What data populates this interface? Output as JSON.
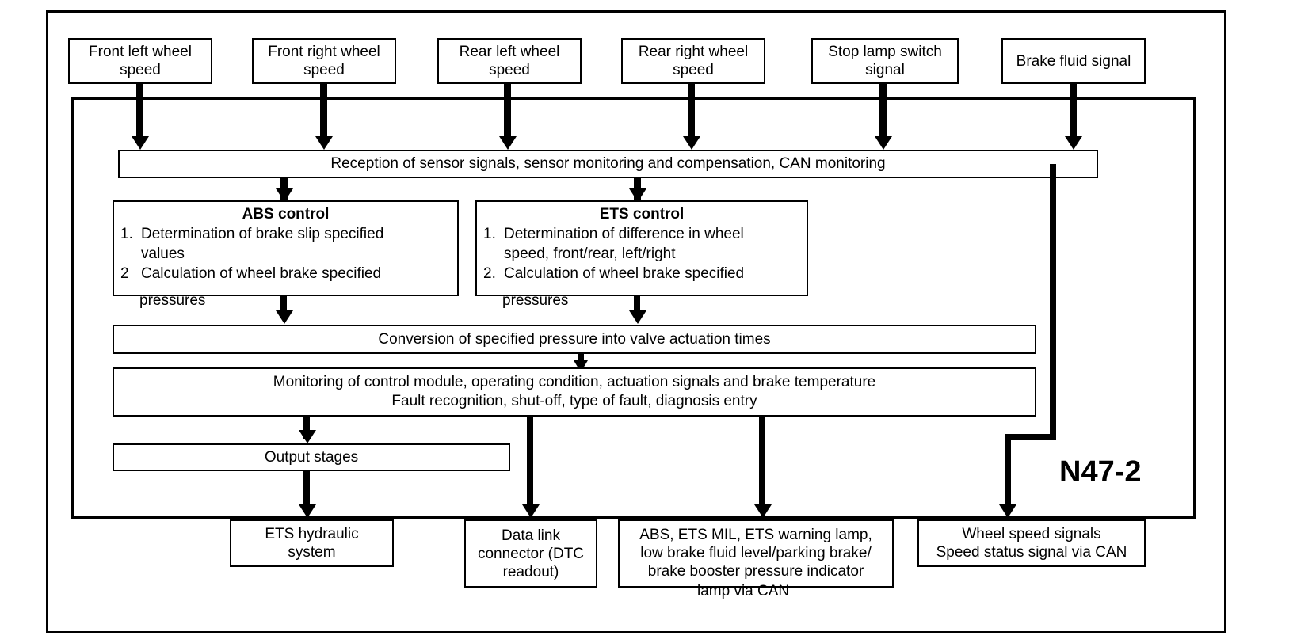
{
  "diagram": {
    "title": "ABS/ETS control module signal flow",
    "ecu_label": "N47-2",
    "line_color": "#000000",
    "background": "#ffffff"
  },
  "inputs": [
    {
      "line1": "Front left wheel",
      "line2": "speed"
    },
    {
      "line1": "Front right wheel",
      "line2": "speed"
    },
    {
      "line1": "Rear left wheel",
      "line2": "speed"
    },
    {
      "line1": "Rear right wheel",
      "line2": "speed"
    },
    {
      "line1": "Stop lamp switch",
      "line2": "signal"
    },
    {
      "line1": "Brake fluid signal",
      "line2": ""
    }
  ],
  "reception_bar": {
    "label": "Reception of sensor signals, sensor monitoring and compensation, CAN monitoring"
  },
  "control_blocks": [
    {
      "title": "ABS control",
      "items": [
        {
          "num": "1.",
          "text": "Determination of brake slip specified"
        },
        {
          "num": "2",
          "text": "Calculation of wheel brake specified"
        }
      ],
      "item1_wrap": "values",
      "overflow": "pressures"
    },
    {
      "title": "ETS control",
      "items": [
        {
          "num": "1.",
          "text": "Determination of difference in wheel"
        },
        {
          "num": "2.",
          "text": "Calculation of wheel brake specified"
        }
      ],
      "item1_wrap": "speed, front/rear, left/right",
      "overflow": "pressures"
    }
  ],
  "conversion_bar": {
    "label": "Conversion of specified pressure into valve actuation times"
  },
  "monitoring_bar": {
    "line1": "Monitoring of control module, operating condition, actuation signals and brake temperature",
    "line2": "Fault recognition, shut-off, type of fault, diagnosis entry"
  },
  "output_stages_bar": {
    "label": "Output stages"
  },
  "outputs": [
    {
      "line1": "ETS hydraulic",
      "line2": "system",
      "line3": "",
      "line4": ""
    },
    {
      "line1": "Data link",
      "line2": "connector (DTC",
      "line3": "readout)",
      "line4": ""
    },
    {
      "line1": "ABS, ETS MIL, ETS warning lamp,",
      "line2": "low brake fluid level/parking brake/",
      "line3": "brake booster pressure indicator",
      "line4": "lamp via CAN"
    },
    {
      "line1": "Wheel speed signals",
      "line2": "Speed status signal via CAN",
      "line3": "",
      "line4": ""
    }
  ]
}
